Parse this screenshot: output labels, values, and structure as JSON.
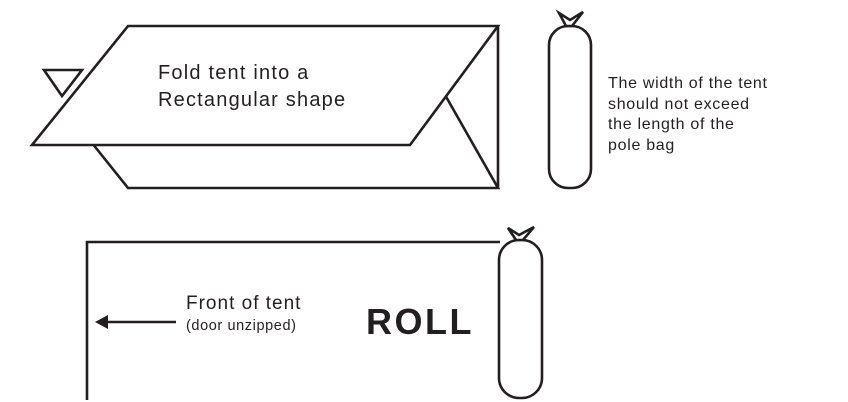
{
  "fold_instruction": {
    "line1": "Fold tent into a",
    "line2": "Rectangular shape"
  },
  "width_note": {
    "line1": "The width of the tent",
    "line2": "should not exceed",
    "line3": "the length of the",
    "line4": "pole bag"
  },
  "front_label": {
    "main": "Front of tent",
    "sub": "(door unzipped)"
  },
  "roll_label": "ROLL",
  "colors": {
    "line": "#231f20",
    "background": "#ffffff"
  }
}
